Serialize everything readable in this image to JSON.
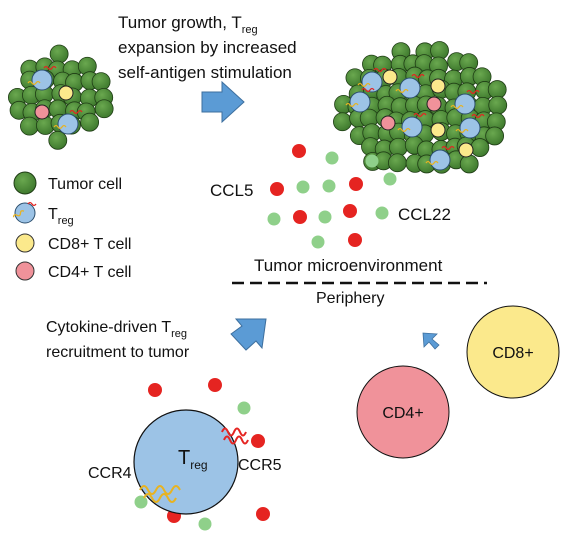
{
  "top_caption": {
    "line1_prefix": "Tumor growth, T",
    "line1_sub": "reg",
    "line2": "expansion by increased",
    "line3": "self-antigen stimulation"
  },
  "legend": {
    "tumor_cell": "Tumor cell",
    "treg_prefix": "T",
    "treg_sub": "reg",
    "cd8_cell": "CD8+ T cell",
    "cd4_cell": "CD4+ T cell"
  },
  "chemokines": {
    "ccl5": "CCL5",
    "ccl22": "CCL22"
  },
  "compartments": {
    "microenvironment": "Tumor microenvironment",
    "periphery": "Periphery"
  },
  "bottom_caption": {
    "line1_prefix": "Cytokine-driven T",
    "line1_sub": "reg",
    "line2": "recruitment to tumor"
  },
  "periphery_cells": {
    "cd4": "CD4+",
    "cd8": "CD8+",
    "treg_prefix": "T",
    "treg_sub": "reg"
  },
  "receptors": {
    "ccr4": "CCR4",
    "ccr5": "CCR5"
  },
  "colors": {
    "tumor_green": "#4f8a3c",
    "treg_blue": "#9cc3e6",
    "cd8_yellow": "#fbe98c",
    "cd4_pink": "#f0929a",
    "ccl5_red": "#e52421",
    "ccl22_green": "#8fd08a",
    "arrow_blue": "#5b9bd5",
    "ccr4_yellow": "#e8b321",
    "ccr5_red": "#e52421"
  }
}
